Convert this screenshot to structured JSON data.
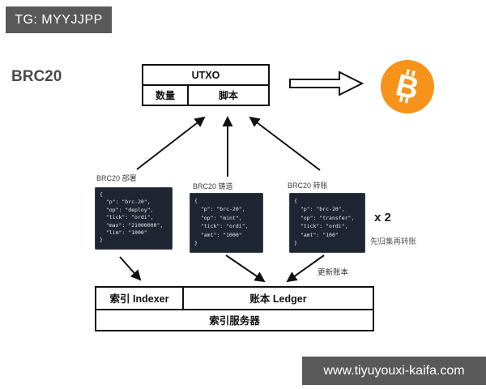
{
  "badge": {
    "text": "TG: MYYJJPP"
  },
  "title": "BRC20",
  "utxo": {
    "title": "UTXO",
    "amount_cell": "数量",
    "script_cell": "脚本"
  },
  "bitcoin": {
    "symbol": "B",
    "color": "#f7931a"
  },
  "operations": [
    {
      "label": "BRC20 部署",
      "code": [
        "{",
        "  \"p\": \"brc-20\",",
        "  \"op\": \"deploy\",",
        "  \"tick\": \"ordi\",",
        "  \"max\": \"21000000\",",
        "  \"lim\": \"1000\"",
        "}"
      ]
    },
    {
      "label": "BRC20 铸造",
      "code": [
        "{",
        "  \"p\": \"brc-20\",",
        "  \"op\": \"mint\",",
        "  \"tick\": \"ordi\",",
        "  \"amt\": \"1000\"",
        "}"
      ]
    },
    {
      "label": "BRC20 转账",
      "code": [
        "{",
        "  \"p\": \"brc-20\",",
        "  \"op\": \"transfer\",",
        "  \"tick\": \"ordi\",",
        "  \"amt\": \"100\"",
        "}"
      ]
    }
  ],
  "annotations": {
    "multiplier": "x 2",
    "note": "先归集再转账",
    "update_ledger": "更新账本"
  },
  "indexer_table": {
    "indexer": "索引 Indexer",
    "ledger": "账本 Ledger",
    "server": "索引服务器"
  },
  "footer": {
    "url": "www.tiyuyouxi-kaifa.com"
  },
  "colors": {
    "badge_bg": "#595959",
    "code_bg": "#1f2532",
    "code_text": "#e6e9f0",
    "bitcoin_orange": "#f7931a",
    "arrow": "#111111"
  }
}
